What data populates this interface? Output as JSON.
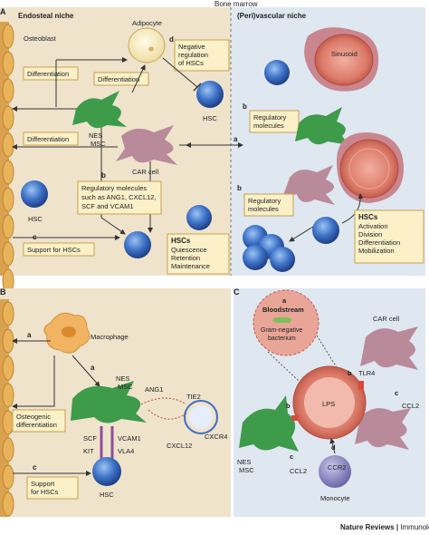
{
  "panels": {
    "A": {
      "letter": "A",
      "header": "Bone marrow",
      "left_niche": "Endosteal niche",
      "right_niche": "(Peri)vascular niche",
      "osteoblast": "Osteoblast",
      "adipocyte": "Adipocyte",
      "negative_regulation": [
        "Negative",
        "regulation",
        "of HSCs"
      ],
      "differentiation": "Differentiation",
      "nes_msc": [
        "NES",
        "MSC"
      ],
      "car_cell": "CAR cell",
      "hsc": "HSC",
      "sinusoid": "Sinusoid",
      "regulatory_molecules": [
        "Regulatory",
        "molecules"
      ],
      "regulatory_molecules_such_as": [
        "Regulatory molecules",
        "such as ANG1, CXCL12,",
        "SCF and VCAM1"
      ],
      "support_for_hscs": "Support for HSCs",
      "hscs_title": "HSCs",
      "hscs_left_list": [
        "Quiescence",
        "Retention",
        "Maintenance"
      ],
      "hscs_right_list": [
        "Activation",
        "Division",
        "Differentiation",
        "Mobilization"
      ],
      "letters": {
        "a": "a",
        "b": "b",
        "c": "c",
        "d": "d"
      }
    },
    "B": {
      "letter": "B",
      "macrophage": "Macrophage",
      "nes_msc": [
        "NES",
        "MSC"
      ],
      "ang1": "ANG1",
      "tie2": "TIE2",
      "cxcr4": "CXCR4",
      "cxcl12": "CXCL12",
      "osteogenic": [
        "Osteogenic",
        "differentiation"
      ],
      "scf": "SCF",
      "vcam1": "VCAM1",
      "kit": "KIT",
      "vla4": "VLA4",
      "hsc": "HSC",
      "support": [
        "Support",
        "for HSCs"
      ]
    },
    "C": {
      "letter": "C",
      "bloodstream": "Bloodstream",
      "bacterium": [
        "Gram-negative",
        "bacterium"
      ],
      "car_cell": "CAR cell",
      "tlr4": "TLR4",
      "ccl2": "CCL2",
      "lps": "LPS",
      "nes_msc": [
        "NES",
        "MSC"
      ],
      "ccr2": "CCR2",
      "monocyte": "Monocyte"
    }
  },
  "footer": {
    "journal": "Nature Reviews",
    "separator": " | ",
    "section": "Immunology"
  },
  "colors": {
    "bg_left": "#efe3cc",
    "bg_right": "#dfe7f1",
    "box_fill": "#fbf0c8",
    "box_stroke": "#c8a24a",
    "msc_green": "#3d9b4a",
    "car_pink": "#b98a9a",
    "hsc_blue": "#3d6fc4",
    "sinusoid_red": "#d9746a",
    "osteoblast": "#e9b35a",
    "adipocyte": "#f6e8b0",
    "macrophage": "#f0b463",
    "monocyte": "#8a86c0"
  }
}
